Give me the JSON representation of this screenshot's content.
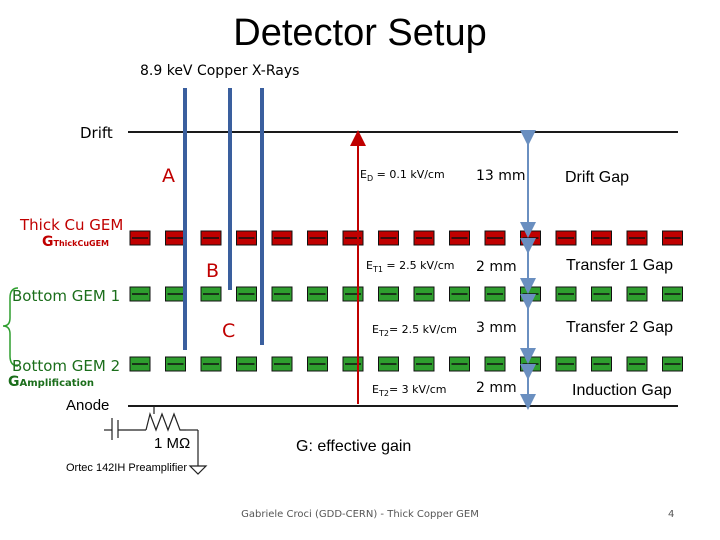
{
  "title": "Detector Setup",
  "subtitle": "8.9 keV Copper X-Rays",
  "layers": {
    "drift": "Drift",
    "thick_gem": "Thick Cu GEM",
    "thick_gain_g": "G",
    "thick_gain_sub": "ThickCuGEM",
    "bottom_gem1": "Bottom GEM 1",
    "bottom_gem2": "Bottom GEM 2",
    "amp_gain_g": "G",
    "amp_gain_sub": "Amplification",
    "anode": "Anode"
  },
  "regions": {
    "a": "A",
    "b": "B",
    "c": "C"
  },
  "fields": [
    {
      "sym": "E",
      "sub": "D",
      "value": " = 0.1 kV/cm",
      "size": "13 mm",
      "name": "Drift Gap"
    },
    {
      "sym": "E",
      "sub": "T1",
      "value": " = 2.5 kV/cm",
      "size": "2 mm",
      "name": "Transfer 1 Gap"
    },
    {
      "sym": "E",
      "sub": "T2",
      "value": "= 2.5 kV/cm",
      "size": "3 mm",
      "name": "Transfer 2 Gap"
    },
    {
      "sym": "E",
      "sub": "T2",
      "value": "= 3 kV/cm",
      "size": "2 mm",
      "name": "Induction Gap"
    }
  ],
  "resistor": "1 MΩ",
  "preamp": "Ortec 142IH Preamplifier",
  "note": "G: effective gain",
  "footer": "Gabriele Croci (GDD-CERN) - Thick Copper GEM",
  "page_number": "4",
  "colors": {
    "thick_gem_fill": "#c00000",
    "gem_fill": "#2e9e2e",
    "electrode": "#1a1a1a",
    "xray_beam": "#3a5f9e",
    "field_arrow": "#c00000",
    "gap_arrow": "#6a8fc0"
  }
}
